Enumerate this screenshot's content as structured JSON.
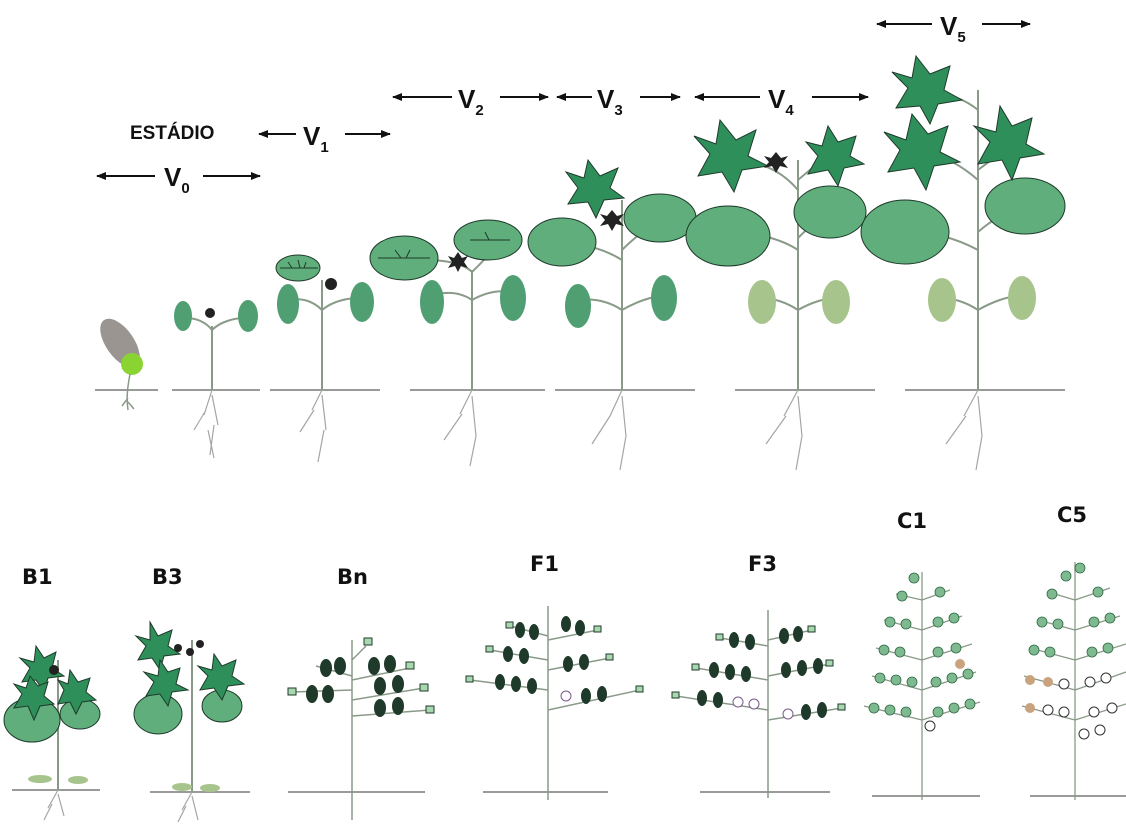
{
  "header": {
    "label": "ESTÁDIO"
  },
  "vegetative_stages": [
    {
      "id": "v0",
      "letter": "V",
      "sub": "0"
    },
    {
      "id": "v1",
      "letter": "V",
      "sub": "1"
    },
    {
      "id": "v2",
      "letter": "V",
      "sub": "2"
    },
    {
      "id": "v3",
      "letter": "V",
      "sub": "3"
    },
    {
      "id": "v4",
      "letter": "V",
      "sub": "4"
    },
    {
      "id": "v5",
      "letter": "V",
      "sub": "5"
    }
  ],
  "reproductive_stages": [
    {
      "id": "b1",
      "label": "B1"
    },
    {
      "id": "b3",
      "label": "B3"
    },
    {
      "id": "bn",
      "label": "Bn"
    },
    {
      "id": "f1",
      "label": "F1"
    },
    {
      "id": "f3",
      "label": "F3"
    },
    {
      "id": "c1",
      "label": "C1"
    },
    {
      "id": "c5",
      "label": "C5"
    }
  ],
  "colors": {
    "leaf_dark": "#2f8f5b",
    "leaf_light": "#5fae7c",
    "cotyledon": "#4f9f72",
    "cotyledon_pale": "#a8c48d",
    "stem": "#8a9a88",
    "soil": "#9a9a9a",
    "bud": "#222222",
    "seed": "#9a9590",
    "seed_sprout": "#8ad432",
    "boll_open": "#ffffff",
    "boll_ripe": "#c9a27e"
  }
}
